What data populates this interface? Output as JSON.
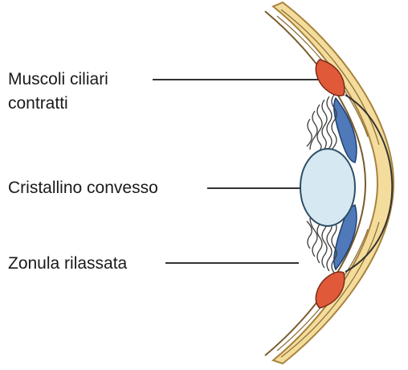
{
  "labels": {
    "ciliary_line1": "Muscoli ciliari",
    "ciliary_line2": "contratti",
    "lens": "Cristallino convesso",
    "zonule": "Zonula rilassata"
  },
  "colors": {
    "sclera_outer": "#c9a15b",
    "sclera_fill": "#f3dc9c",
    "muscle": "#e05a3a",
    "lens": "#d6e9f2",
    "zonule_fibers": "#3b3b3b",
    "iris_blue": "#4f79b8",
    "leader_line": "#333333"
  }
}
